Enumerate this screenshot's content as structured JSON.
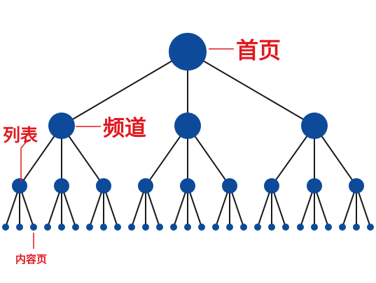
{
  "labels": {
    "home": "首页",
    "channel": "频道",
    "list": "列表",
    "content": "内容页"
  },
  "colors": {
    "node": "#0d4a9a",
    "edge": "#1a1a1a",
    "label": "#e0191f",
    "leader": "#e0191f",
    "background": "#ffffff"
  },
  "tree": {
    "levels": [
      "home",
      "channel",
      "list",
      "content"
    ],
    "fanout": [
      3,
      3,
      3
    ]
  }
}
